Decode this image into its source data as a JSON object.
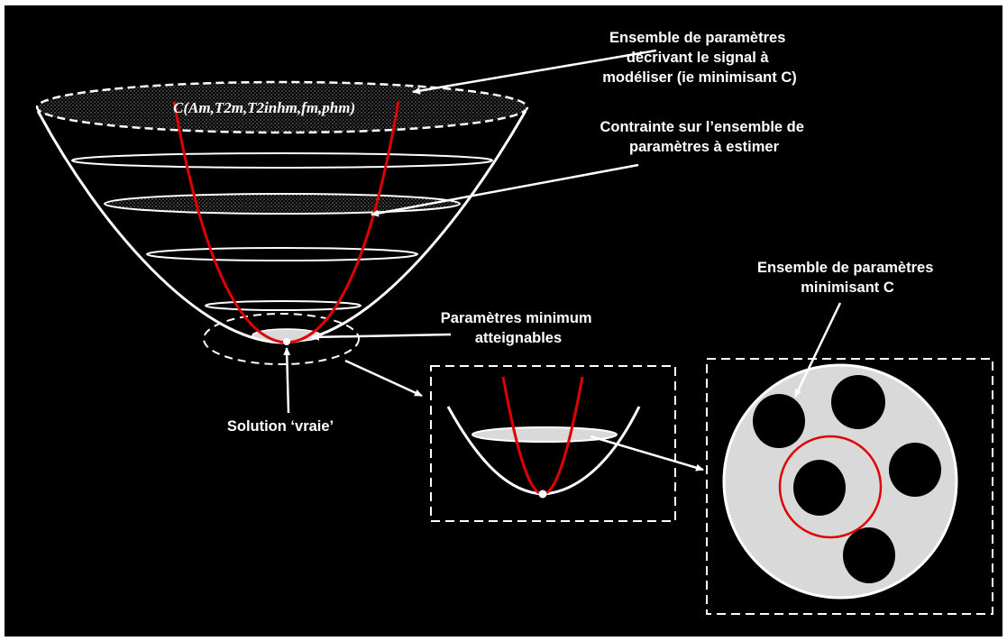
{
  "formula": "C(Am,T2m,T2inhm,fm,phm)",
  "labels": {
    "param_set_model": [
      "Ensemble de paramètres",
      "décrivant le signal à",
      "modéliser (ie minimisant C)"
    ],
    "constraint": [
      "Contrainte sur l’ensemble de",
      "paramètres à estimer"
    ],
    "min_reachable": [
      "Paramètres minimum",
      "atteignables"
    ],
    "true_solution": "Solution ‘vraie’",
    "param_set_min": [
      "Ensemble de paramètres",
      "minimisant C"
    ]
  },
  "colors": {
    "background": "#000000",
    "stroke": "#ffffff",
    "red_curve": "#e00000",
    "disk_fill": "#d9d9d9"
  }
}
